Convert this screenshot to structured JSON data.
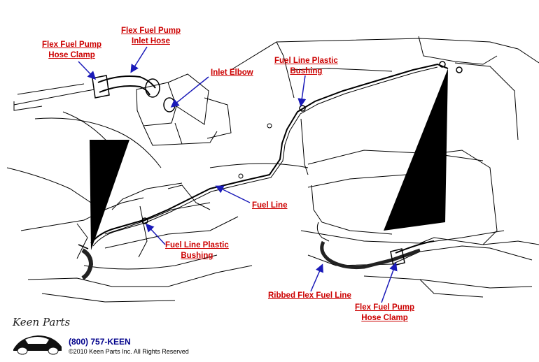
{
  "labels": {
    "hose_clamp_top_1": "Flex Fuel Pump",
    "hose_clamp_top_2": "Hose Clamp",
    "inlet_hose_1": "Flex Fuel Pump",
    "inlet_hose_2": "Inlet Hose",
    "inlet_elbow": "Inlet Elbow",
    "bushing_top_1": "Fuel Line Plastic",
    "bushing_top_2": "Bushing",
    "fuel_line": "Fuel Line",
    "bushing_bottom_1": "Fuel Line Plastic",
    "bushing_bottom_2": "Bushing",
    "ribbed_flex": "Ribbed Flex Fuel Line",
    "hose_clamp_bottom_1": "Flex Fuel Pump",
    "hose_clamp_bottom_2": "Hose Clamp"
  },
  "footer": {
    "logo": "Keen Parts",
    "phone": "(800) 757-KEEN",
    "copyright": "©2010 Keen Parts Inc. All Rights Reserved"
  },
  "colors": {
    "label": "#cc0000",
    "arrow": "#1a1ab8",
    "phone": "#00008b",
    "line": "#000000"
  }
}
